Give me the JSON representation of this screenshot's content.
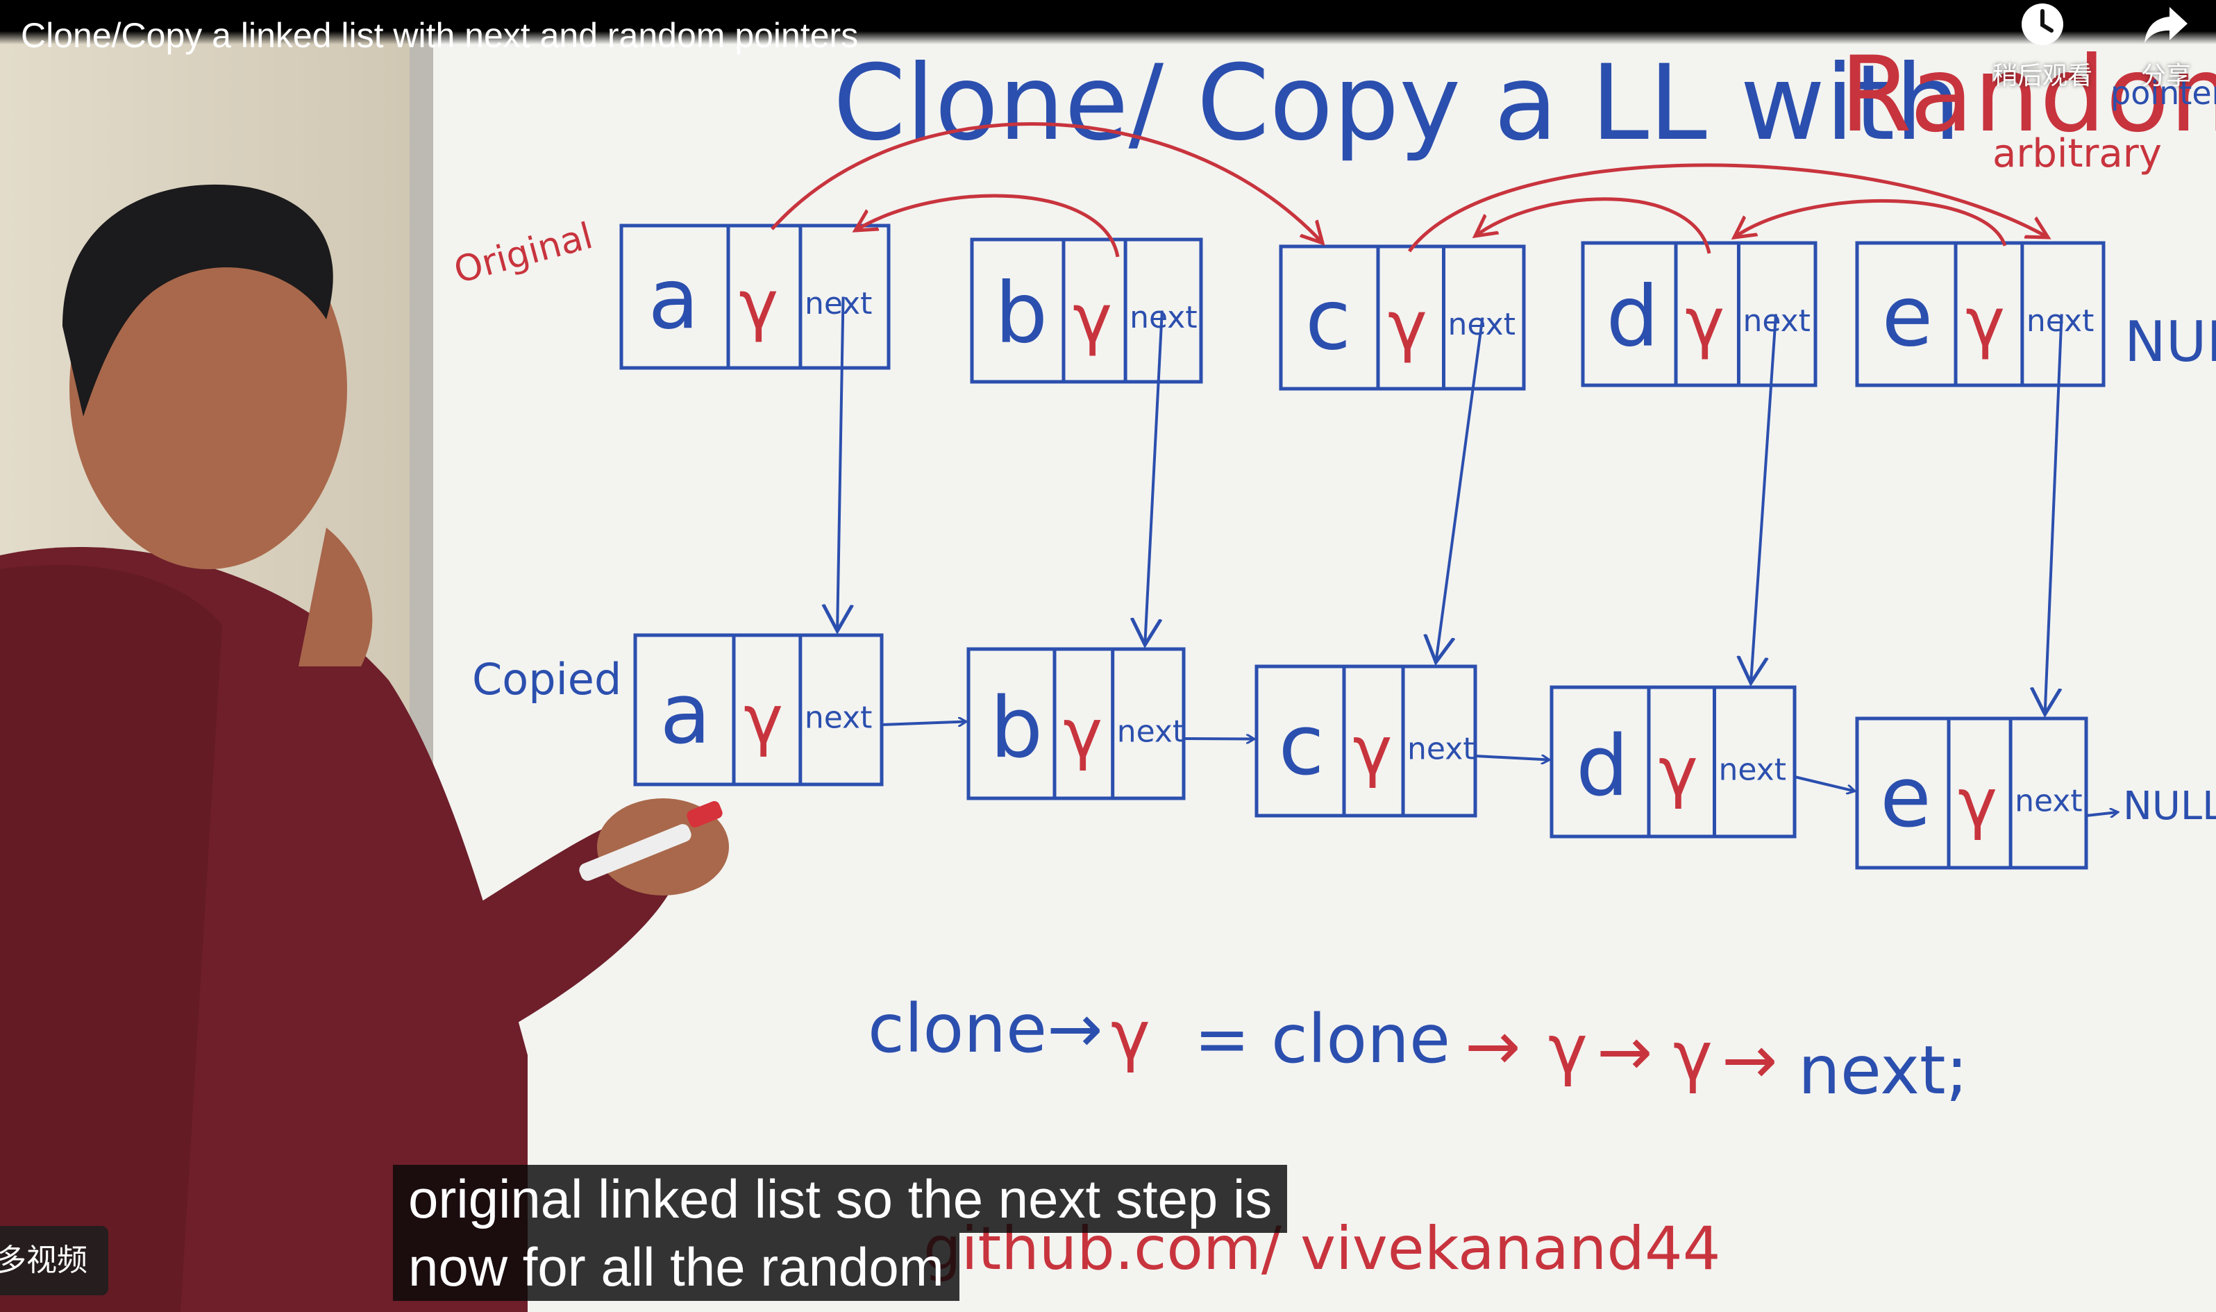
{
  "video": {
    "title": "Clone/Copy a linked list with next and random pointers"
  },
  "controls": {
    "watch_later": {
      "icon": "clock-icon",
      "label": "稍后观看"
    },
    "share": {
      "icon": "share-arrow-icon",
      "label": "分享"
    },
    "more_videos": "多视频"
  },
  "captions": [
    "original linked list so the next step is",
    "now for all the random"
  ],
  "board": {
    "title_left": "Clone/ Copy a LL with",
    "title_random": "Random",
    "title_pointers": "pointers",
    "title_arbitrary": "arbitrary",
    "label_original": "Original",
    "label_copied": "Copied",
    "node_values": [
      "a",
      "b",
      "c",
      "d",
      "e"
    ],
    "random_symbol": "γ",
    "next_label": "next",
    "null_label": "NULL",
    "formula_left": "clone→",
    "formula_mid": "= clone",
    "formula_tail": "next;",
    "url": "github.com/ vivekanand44"
  },
  "colors": {
    "marker_blue": "#2b4fae",
    "marker_red": "#c8343d",
    "board": "#f3f3f0",
    "shirt": "#6e1f2a"
  }
}
